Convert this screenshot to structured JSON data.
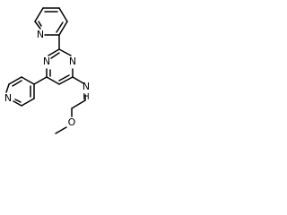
{
  "molecule": {
    "atoms": {
      "n_pyridin2yl": "N",
      "n_pyrimidine_left": "N",
      "n_pyrimidine_right": "N",
      "n_pyridin4yl": "N",
      "nh_n": "N",
      "nh_h": "H",
      "o_methoxy": "O"
    }
  }
}
